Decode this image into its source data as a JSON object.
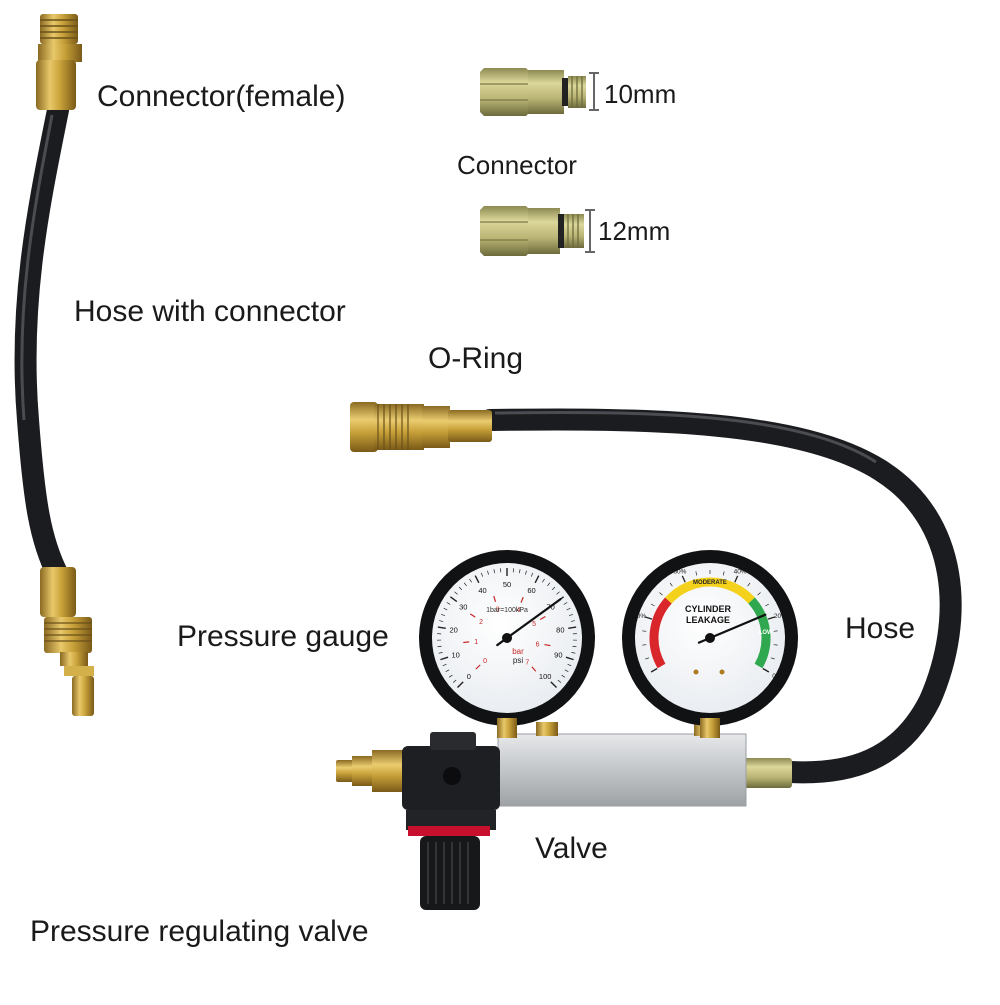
{
  "labels": {
    "connector_female": "Connector(female)",
    "size_10mm": "10mm",
    "connector": "Connector",
    "size_12mm": "12mm",
    "hose_with_connector": "Hose with connector",
    "o_ring": "O-Ring",
    "pressure_gauge": "Pressure gauge",
    "hose": "Hose",
    "valve": "Valve",
    "pressure_regulating_valve": "Pressure regulating valve"
  },
  "pressure_gauge": {
    "psi_ticks": [
      "0",
      "10",
      "20",
      "30",
      "40",
      "50",
      "60",
      "70",
      "80",
      "90",
      "100"
    ],
    "bar_ticks": [
      "0",
      "1",
      "2",
      "3",
      "4",
      "5",
      "6",
      "7"
    ],
    "unit_bar": "bar",
    "unit_psi": "psi",
    "unit_caption": "1bar=100kPa",
    "needle_psi": 70
  },
  "leakage_gauge": {
    "title_line1": "CYLINDER",
    "title_line2": "LEAKAGE",
    "percent_ticks": [
      "80%",
      "60%",
      "40%",
      "20%",
      "0"
    ],
    "zone_moderate": "MODERATE",
    "zone_low": "LOW",
    "zone_red_color": "#d8262a",
    "zone_yellow_color": "#f4d21c",
    "zone_green_color": "#2fa84f",
    "needle_percent": 22
  },
  "colors": {
    "hose": "#1b1c1f",
    "brass": "#c9a23a",
    "regulator_ring": "#c8102e",
    "gauge_bezel": "#111214",
    "block": "#c7cacd"
  }
}
